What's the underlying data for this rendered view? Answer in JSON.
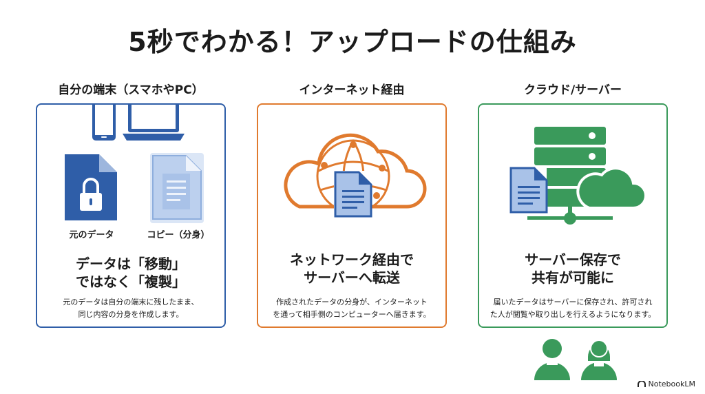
{
  "title": "5秒でわかる！アップロードの仕組み",
  "columns": [
    {
      "heading": "自分の端末（スマホやPC）",
      "labels": [
        "元のデータ",
        "コピー（分身）"
      ],
      "headline": [
        "データは「移動」",
        "ではなく「複製」"
      ],
      "body": [
        "元のデータは自分の端末に残したまま、",
        "同じ内容の分身を作成します。"
      ],
      "color": "#2f5ea8"
    },
    {
      "heading": "インターネット経由",
      "headline": [
        "ネットワーク経由で",
        "サーバーへ転送"
      ],
      "body": [
        "作成されたデータの分身が、インターネット",
        "を通って相手側のコンピューターへ届きます。"
      ],
      "color": "#e07a2e"
    },
    {
      "heading": "クラウド/サーバー",
      "headline": [
        "サーバー保存で",
        "共有が可能に"
      ],
      "body": [
        "届いたデータはサーバーに保存され、許可され",
        "た人が閲覧や取り出しを行えるようになります。"
      ],
      "color": "#3a9a5b"
    }
  ],
  "brand": "NotebookLM",
  "icons": [
    "smartphone-icon",
    "laptop-icon",
    "locked-document-icon",
    "document-copy-icon",
    "globe-cloud-icon",
    "document-icon",
    "server-icon",
    "cloud-icon",
    "user-icon"
  ]
}
